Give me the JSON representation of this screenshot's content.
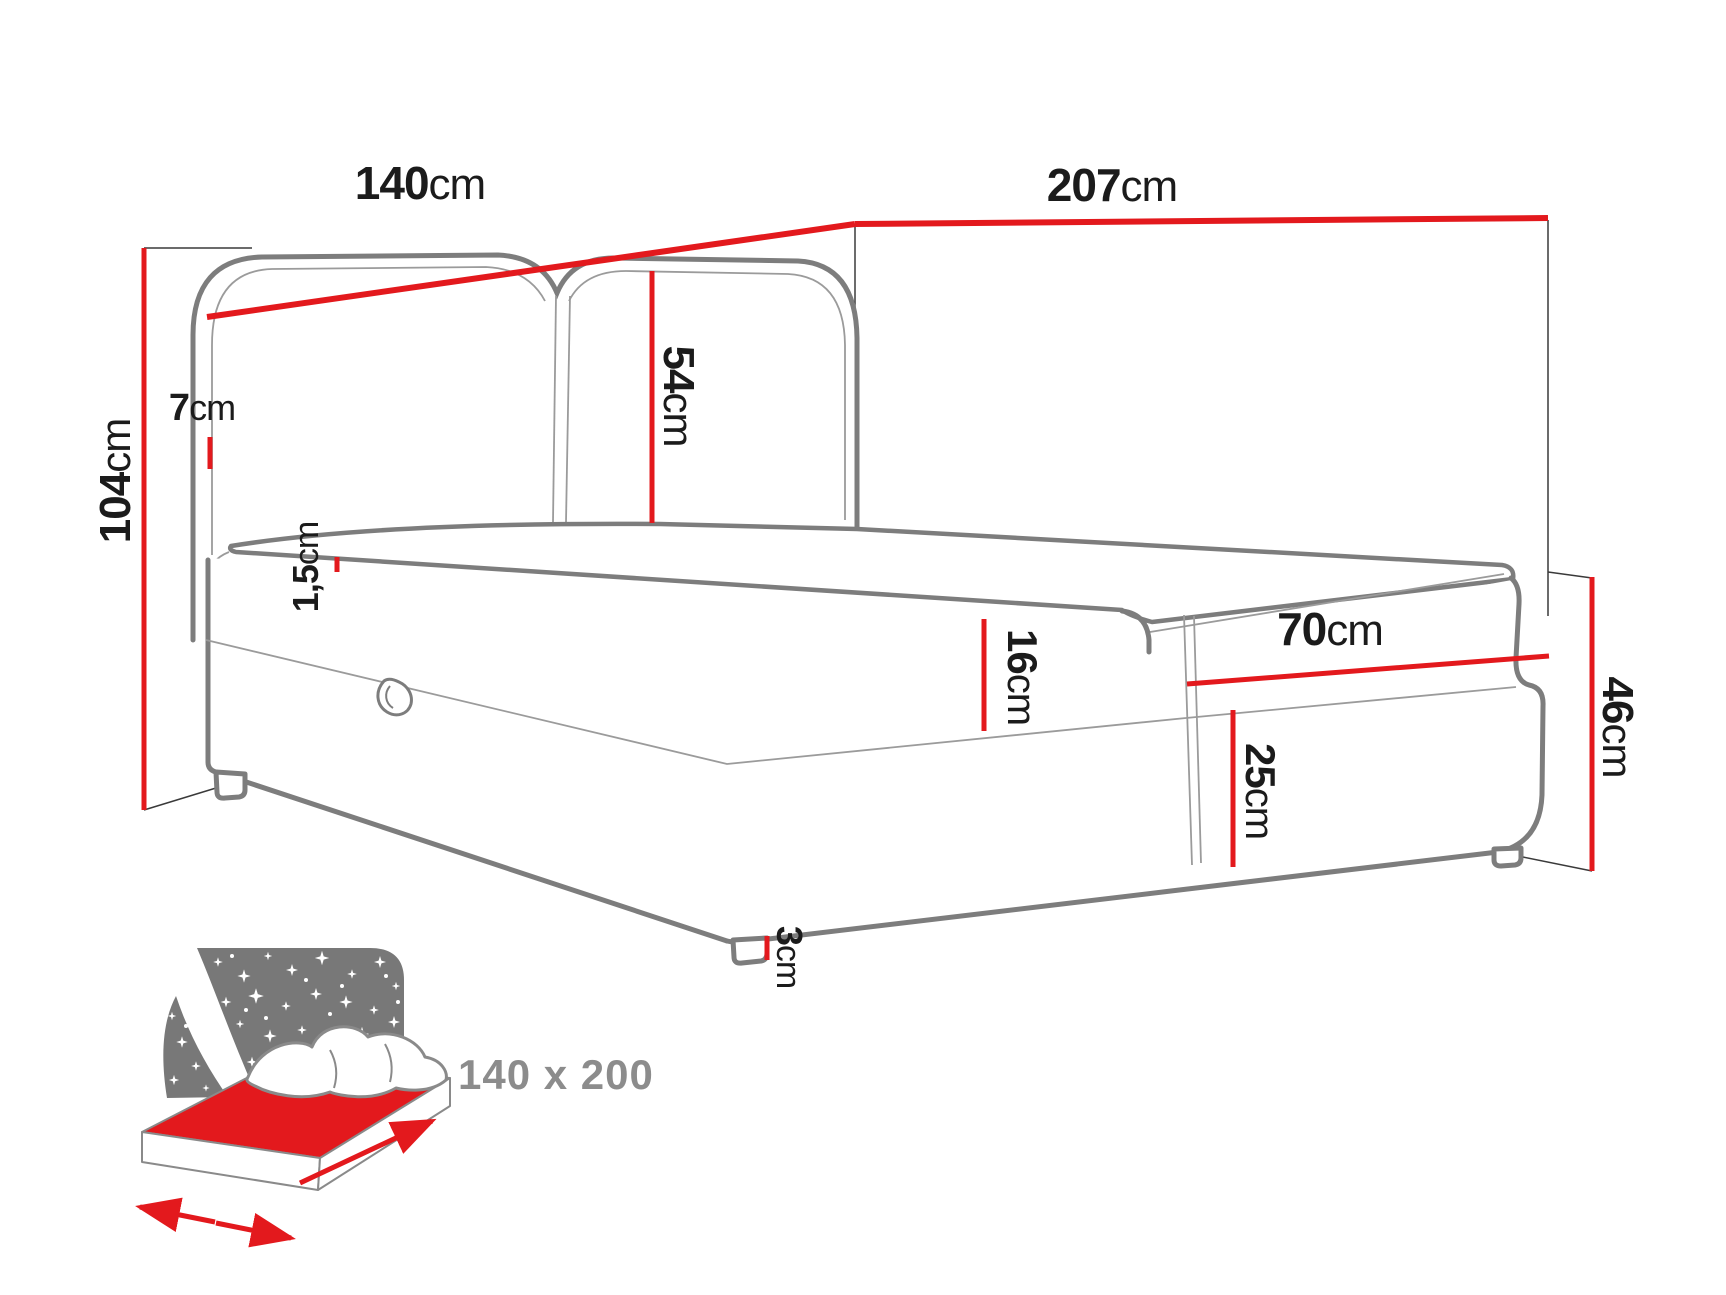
{
  "labels": {
    "width": {
      "num": "140",
      "unit": "cm"
    },
    "length": {
      "num": "207",
      "unit": "cm"
    },
    "height": {
      "num": "104",
      "unit": "cm"
    },
    "headboard_depth": {
      "num": "7",
      "unit": "cm"
    },
    "headboard_cushion": {
      "num": "54",
      "unit": "cm"
    },
    "topper": {
      "num": "1,5",
      "unit": "cm"
    },
    "mattress_band": {
      "num": "16",
      "unit": "cm"
    },
    "storage_depth": {
      "num": "70",
      "unit": "cm"
    },
    "base_height": {
      "num": "25",
      "unit": "cm"
    },
    "leg_height": {
      "num": "3",
      "unit": "cm"
    },
    "box_height": {
      "num": "46",
      "unit": "cm"
    }
  },
  "icon_caption": "140 x 200",
  "colors": {
    "dimension_red": "#e3191d",
    "furniture_gray": "#7d7d7d",
    "thin_gray": "#9b9b9b",
    "construction_black": "#3a3a3a",
    "icon_gray": "#787878",
    "icon_outline_gray": "#8a8a8a",
    "caption_gray": "#8c8c8c",
    "text_black": "#1b1b1b",
    "background": "#ffffff"
  }
}
